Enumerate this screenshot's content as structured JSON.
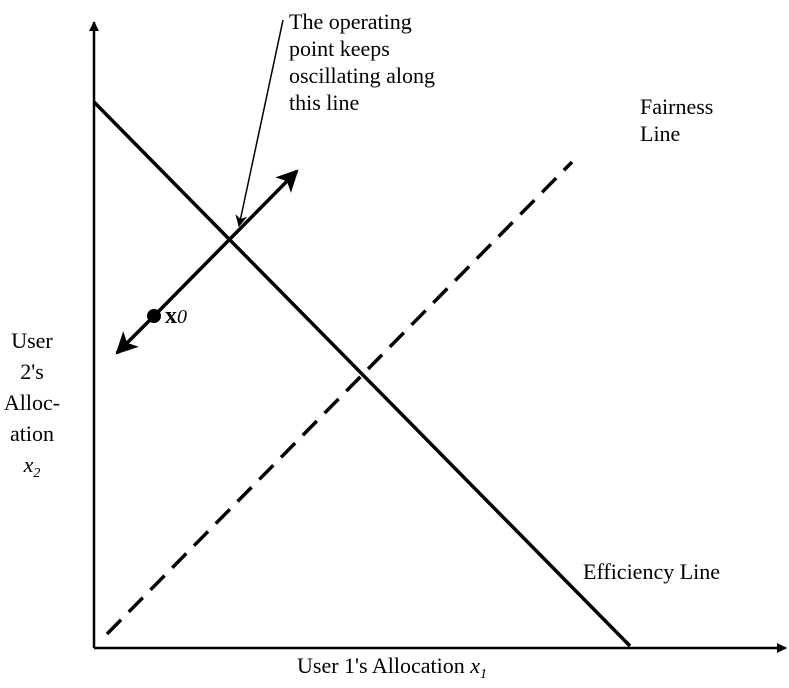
{
  "annotation": {
    "lines": [
      "The operating",
      "point keeps",
      "oscillating along",
      "this line"
    ]
  },
  "fairness_label": {
    "lines": [
      "Fairness",
      "Line"
    ]
  },
  "efficiency_label": "Efficiency Line",
  "point_label": {
    "symbol": "x",
    "subscript": "0"
  },
  "y_axis_label": {
    "lines": [
      "User",
      "2's",
      "Alloc-",
      "ation"
    ],
    "variable": "x",
    "subscript": "2"
  },
  "x_axis_label": {
    "text": "User 1's Allocation ",
    "variable": "x",
    "subscript": "1"
  }
}
